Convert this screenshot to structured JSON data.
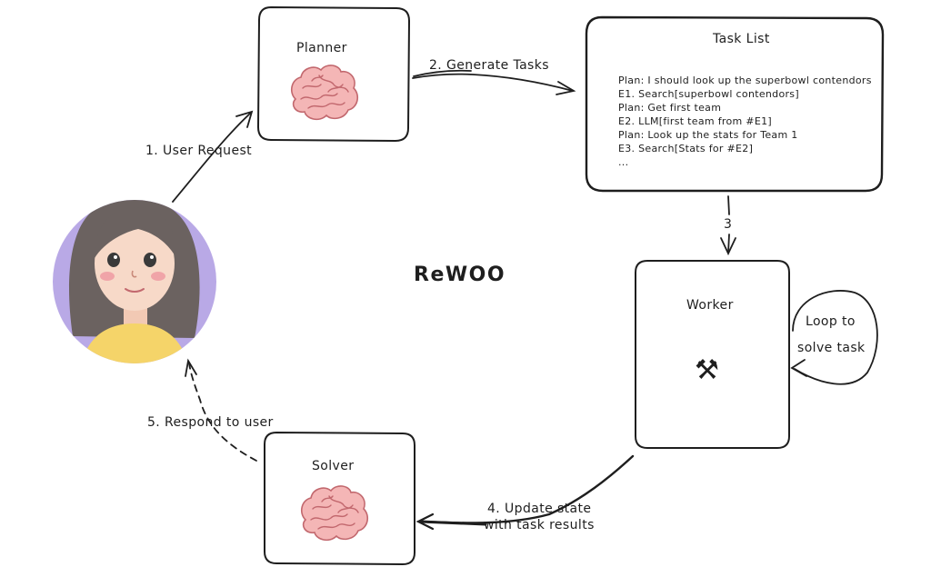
{
  "diagram": {
    "title": "ReWOO",
    "nodes": {
      "planner": {
        "label": "Planner",
        "icon": "brain-icon"
      },
      "task_list": {
        "label": "Task List",
        "lines": [
          "Plan: I should look up the superbowl contendors",
          "E1. Search[superbowl contendors]",
          "Plan: Get first team",
          "E2. LLM[first team from #E1]",
          "Plan: Look up the stats for Team 1",
          "E3. Search[Stats for #E2]",
          "..."
        ]
      },
      "worker": {
        "label": "Worker",
        "icon": "hammer-wrench-icon",
        "glyph": "⚒"
      },
      "solver": {
        "label": "Solver",
        "icon": "brain-icon"
      },
      "user": {
        "icon": "user-avatar"
      }
    },
    "edges": {
      "user_request": "1. User Request",
      "generate_tasks": "2. Generate Tasks",
      "step3": "3",
      "update_state_1": "4. Update state",
      "update_state_2": "with task results",
      "respond": "5. Respond to user",
      "loop_1": "Loop to",
      "loop_2": "solve task"
    },
    "colors": {
      "stroke": "#1e1e1e",
      "brain": "#f4b6b6",
      "brain_stroke": "#c2686e",
      "avatar_bg": "#b9a9e6",
      "hair": "#6b6260",
      "skin": "#f7d9c8",
      "shirt": "#f5d469"
    }
  }
}
